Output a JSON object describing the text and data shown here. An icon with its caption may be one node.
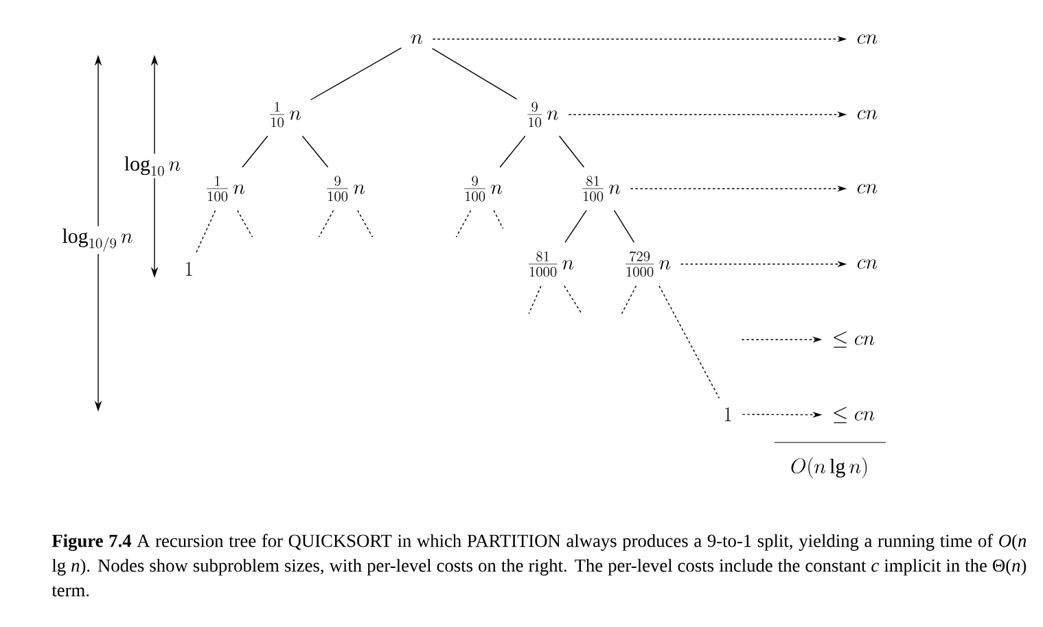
{
  "diagram": {
    "caption": "**Figure 7.4** A recursion tree for QUICKSORT in which PARTITION always produces a 9-to-1 split, yielding a running time of *O*(*n* lg *n*). Nodes show subproblem sizes, with per-level costs on the right. The per-level costs include the constant *c* implicit in the Θ(*n*) term.",
    "nodes": [
      {
        "text": [
          "n"
        ]
      },
      {
        "text": [
          "\\frac{1}{10}\\,n"
        ]
      },
      {
        "text": [
          "\\frac{9}{10}\\,n"
        ]
      },
      {
        "text": [
          "\\frac{1}{100}\\,n"
        ]
      },
      {
        "text": [
          "\\frac{9}{100}\\,n"
        ]
      },
      {
        "text": [
          "\\frac{9}{100}\\,n"
        ]
      },
      {
        "text": [
          "\\frac{81}{100}\\,n"
        ]
      },
      {
        "text": [
          "1"
        ]
      },
      {
        "text": [
          "\\frac{81}{1000}\\,n"
        ]
      },
      {
        "text": [
          "\\frac{729}{1000}\\,n"
        ]
      },
      {
        "text": [
          "1"
        ]
      },
      {
        "text": [
          "cn"
        ]
      },
      {
        "text": [
          "cn"
        ]
      },
      {
        "text": [
          "cn"
        ]
      },
      {
        "text": [
          "cn"
        ]
      },
      {
        "text": [
          "\\leq cn"
        ]
      },
      {
        "text": [
          "\\leq cn"
        ]
      }
    ],
    "edges": [
      {
        "from": 0,
        "to": 1,
        "arrow": "none"
      },
      {
        "from": 0,
        "to": 2,
        "arrow": "none"
      },
      {
        "from": 1,
        "to": 3,
        "arrow": "none"
      },
      {
        "from": 1,
        "to": 4,
        "arrow": "none"
      },
      {
        "from": 2,
        "to": 5,
        "arrow": "none"
      },
      {
        "from": 2,
        "to": 6,
        "arrow": "none"
      },
      {
        "from": 6,
        "to": 8,
        "arrow": "none"
      },
      {
        "from": 6,
        "to": 9,
        "arrow": "none"
      },
      {
        "from": 3,
        "to": 7,
        "arrow": "none",
        "style": "dashed"
      },
      {
        "from": 3,
        "to": null,
        "arrow": "none",
        "style": "dashed"
      },
      {
        "from": 4,
        "to": null,
        "arrow": "none",
        "style": "dashed"
      },
      {
        "from": 4,
        "to": null,
        "arrow": "none",
        "style": "dashed"
      },
      {
        "from": 5,
        "to": null,
        "arrow": "none",
        "style": "dashed"
      },
      {
        "from": 5,
        "to": null,
        "arrow": "none",
        "style": "dashed"
      },
      {
        "from": 8,
        "to": null,
        "arrow": "none",
        "style": "dashed"
      },
      {
        "from": 8,
        "to": null,
        "arrow": "none",
        "style": "dashed"
      },
      {
        "from": 9,
        "to": null,
        "arrow": "none",
        "style": "dashed"
      },
      {
        "from": 9,
        "to": 10,
        "arrow": "none",
        "style": "dashed"
      },
      {
        "from": 0,
        "to": 11,
        "arrow": "to",
        "style": "dashed"
      },
      {
        "from": 2,
        "to": 12,
        "arrow": "to",
        "style": "dashed"
      },
      {
        "from": 6,
        "to": 13,
        "arrow": "to",
        "style": "dashed"
      },
      {
        "from": 9,
        "to": 14,
        "arrow": "to",
        "style": "dashed"
      },
      {
        "from": null,
        "to": 15,
        "arrow": "to",
        "style": "dashed"
      },
      {
        "from": 10,
        "to": 16,
        "arrow": "to",
        "style": "dashed"
      }
    ],
    "labels": [
      "\\log_{10} n",
      "\\log_{10/9} n",
      "O(n \\lg n)"
    ]
  }
}
